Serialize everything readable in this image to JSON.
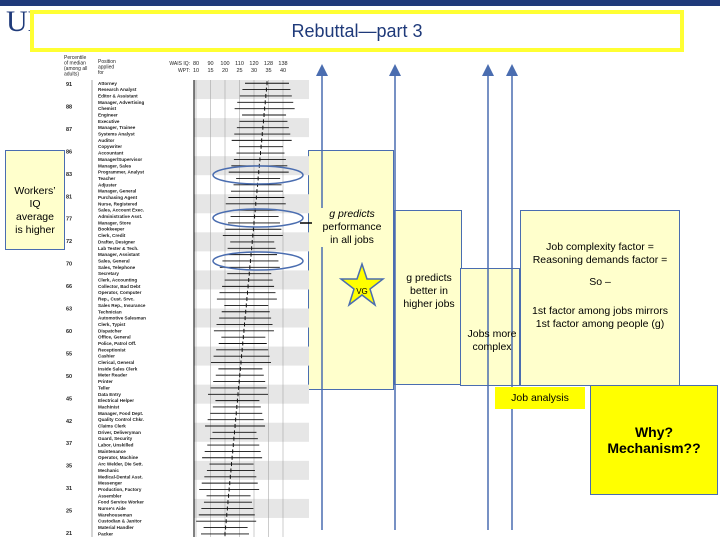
{
  "slide": {
    "title": "Rebuttal—part 3",
    "logo_letters": "UD"
  },
  "left_note": {
    "lines": [
      "Workers’",
      "IQ",
      "average",
      "is higher"
    ]
  },
  "chart": {
    "header_left": [
      "Percentile",
      "of median",
      "(among all",
      "adults)"
    ],
    "header_pos": [
      "Position",
      "applied",
      "for"
    ],
    "header_wais": "WAIS IQ:",
    "header_wpt": "WPT:",
    "wais_ticks": [
      "80",
      "90",
      "100",
      "110",
      "120",
      "128",
      "138"
    ],
    "wpt_ticks": [
      "10",
      "15",
      "20",
      "25",
      "30",
      "35",
      "40"
    ],
    "percentiles": [
      "91",
      "88",
      "87",
      "86",
      "83",
      "81",
      "77",
      "72",
      "70",
      "66",
      "63",
      "60",
      "55",
      "50",
      "45",
      "42",
      "37",
      "35",
      "31",
      "25",
      "21"
    ],
    "positions": [
      "Attorney",
      "Research Analyst",
      "Editor & Assistant",
      "Manager, Advertising",
      "Chemist",
      "Engineer",
      "Executive",
      "Manager, Trainee",
      "Systems Analyst",
      "Auditor",
      "Copywriter",
      "Accountant",
      "Manager/Supervisor",
      "Manager, Sales",
      "Programmer, Analyst",
      "Teacher",
      "Adjuster",
      "Manager, General",
      "Purchasing Agent",
      "Nurse, Registered",
      "Sales, Account Exec.",
      "Administrative Asst.",
      "Manager, Store",
      "Bookkeeper",
      "Clerk, Credit",
      "Drafter, Designer",
      "Lab Tester & Tech.",
      "Manager, Assistant",
      "Sales, General",
      "Sales, Telephone",
      "Secretary",
      "Clerk, Accounting",
      "Collector, Bad Debt",
      "Operator, Computer",
      "Rep., Cust. Srvc.",
      "Sales Rep., Insurance",
      "Technician",
      "Automotive Salesman",
      "Clerk, Typist",
      "Dispatcher",
      "Office, General",
      "Police, Patrol Off.",
      "Receptionist",
      "Cashier",
      "Clerical, General",
      "Inside Sales Clerk",
      "Meter Reader",
      "Printer",
      "Teller",
      "Data Entry",
      "Electrical Helper",
      "Machinist",
      "Manager, Food Dept.",
      "Quality Control Chkr.",
      "Claims Clerk",
      "Driver, Deliveryman",
      "Guard, Security",
      "Labor, Unskilled",
      "Maintenance",
      "Operator, Machine",
      "Arc Welder, Die Sett.",
      "Mechanic",
      "Medical-Dental Asst.",
      "Messenger",
      "Production, Factory",
      "Assembler",
      "Food Service Worker",
      "Nurse's Aide",
      "Warehouseman",
      "Custodian & Janitor",
      "Material Handler",
      "Packer"
    ]
  },
  "callouts": {
    "g_all": [
      "g predicts",
      "performance",
      "in all jobs"
    ],
    "vg": "VG",
    "g_higher": [
      "g predicts",
      "better in",
      "higher jobs"
    ],
    "jobs_complex": [
      "Jobs more",
      "complex"
    ],
    "job_complexity": [
      "Job complexity factor =",
      "Reasoning demands factor ="
    ],
    "so": "So –",
    "factor_line1": "1st factor among jobs mirrors",
    "factor_line2": "1st factor among people (g)",
    "job_analysis": "Job analysis",
    "why": [
      "Why?",
      "Mechanism??"
    ]
  }
}
